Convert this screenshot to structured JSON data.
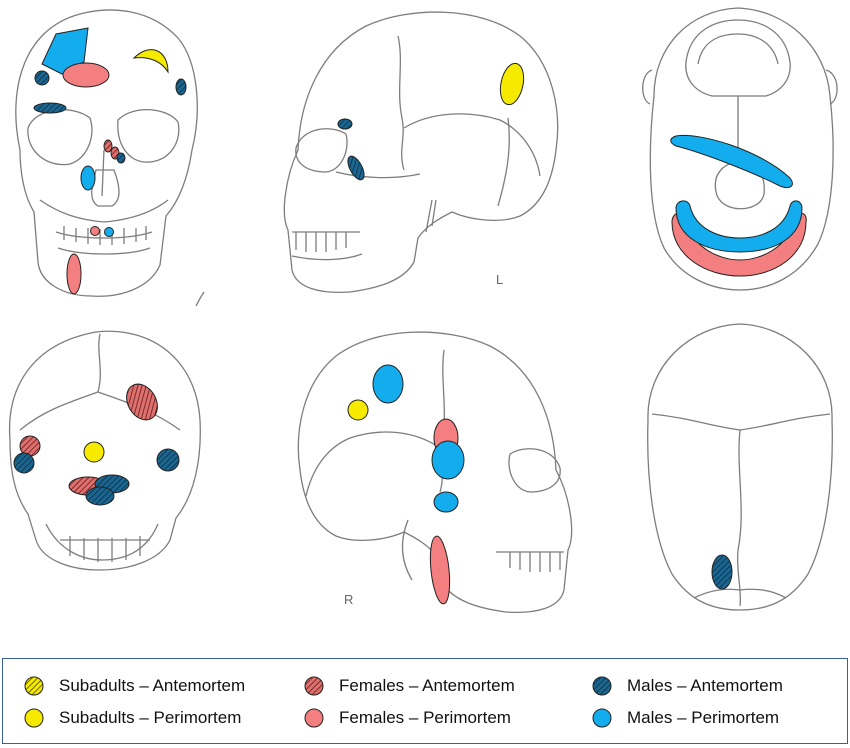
{
  "views": {
    "left_lateral": {
      "label": "L"
    },
    "right_lateral": {
      "label": "R"
    }
  },
  "legend": [
    {
      "label": "Subadults – Antemortem",
      "color": "#f5ea00",
      "hatched": true
    },
    {
      "label": "Subadults – Perimortem",
      "color": "#f5ea00",
      "hatched": false
    },
    {
      "label": "Females – Antemortem",
      "color": "#e0706e",
      "hatched": true
    },
    {
      "label": "Females – Perimortem",
      "color": "#f47f80",
      "hatched": false
    },
    {
      "label": "Males – Antemortem",
      "color": "#1a6690",
      "hatched": true
    },
    {
      "label": "Males – Perimortem",
      "color": "#13adee",
      "hatched": false
    }
  ],
  "colors": {
    "subadult": "#f5ea00",
    "female_perimortem": "#f47f80",
    "female_antemortem": "#e0706e",
    "male_perimortem": "#13adee",
    "male_antemortem": "#1a6690",
    "skull_line": "#7d7d7d",
    "legend_border": "#3a5f9a"
  }
}
